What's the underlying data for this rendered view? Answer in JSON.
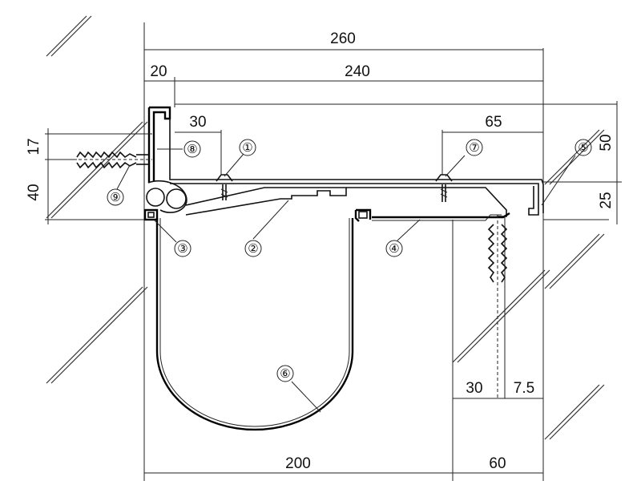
{
  "dimensions": {
    "d260": "260",
    "d20": "20",
    "d240": "240",
    "d30_top": "30",
    "d65": "65",
    "d17": "17",
    "d40": "40",
    "d50": "50",
    "d25": "25",
    "d30_bottom": "30",
    "d7_5": "7.5",
    "d200": "200",
    "d60": "60"
  },
  "callouts": {
    "c1": "①",
    "c2": "②",
    "c3": "③",
    "c4": "④",
    "c5": "⑤",
    "c6": "⑥",
    "c7": "⑦",
    "c8": "⑧",
    "c9": "⑨"
  }
}
